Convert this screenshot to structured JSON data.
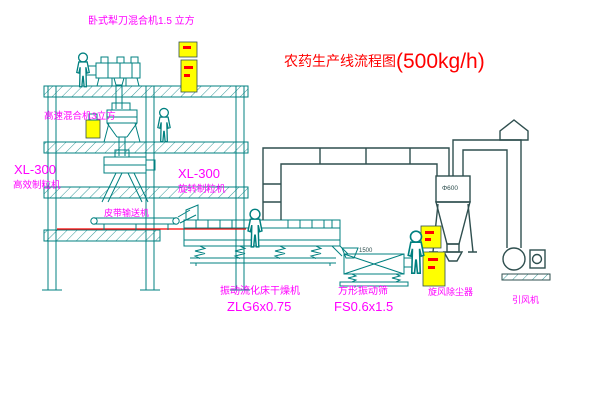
{
  "diagram": {
    "title": "农药生产线流程图",
    "capacity": "(500kg/h)"
  },
  "labels": {
    "plow_mixer": "卧式犁刀混合机1.5 立方",
    "high_speed_mixer": "高速混合机3立方",
    "left_granulator_model": "XL-300",
    "left_granulator_name": "高效制粒机",
    "rotary_granulator_model": "XL-300",
    "rotary_granulator_name": "旋转制粒机",
    "belt_conveyor": "皮带输送机",
    "dryer_name": "振动流化床干燥机",
    "dryer_model": "ZLG6x0.75",
    "sieve_name": "方形振动筛",
    "sieve_model": "FS0.6x1.5",
    "cyclone_name": "旋风除尘器",
    "fan_name": "引风机",
    "cyclone_size": "Φ600",
    "sieve_size": "1500"
  },
  "colors": {
    "line": "#008080",
    "duct": "#2f4f4f",
    "label": "#ff00ff",
    "title": "#ff0000",
    "highlight": "#ffff00",
    "background": "#ffffff"
  }
}
